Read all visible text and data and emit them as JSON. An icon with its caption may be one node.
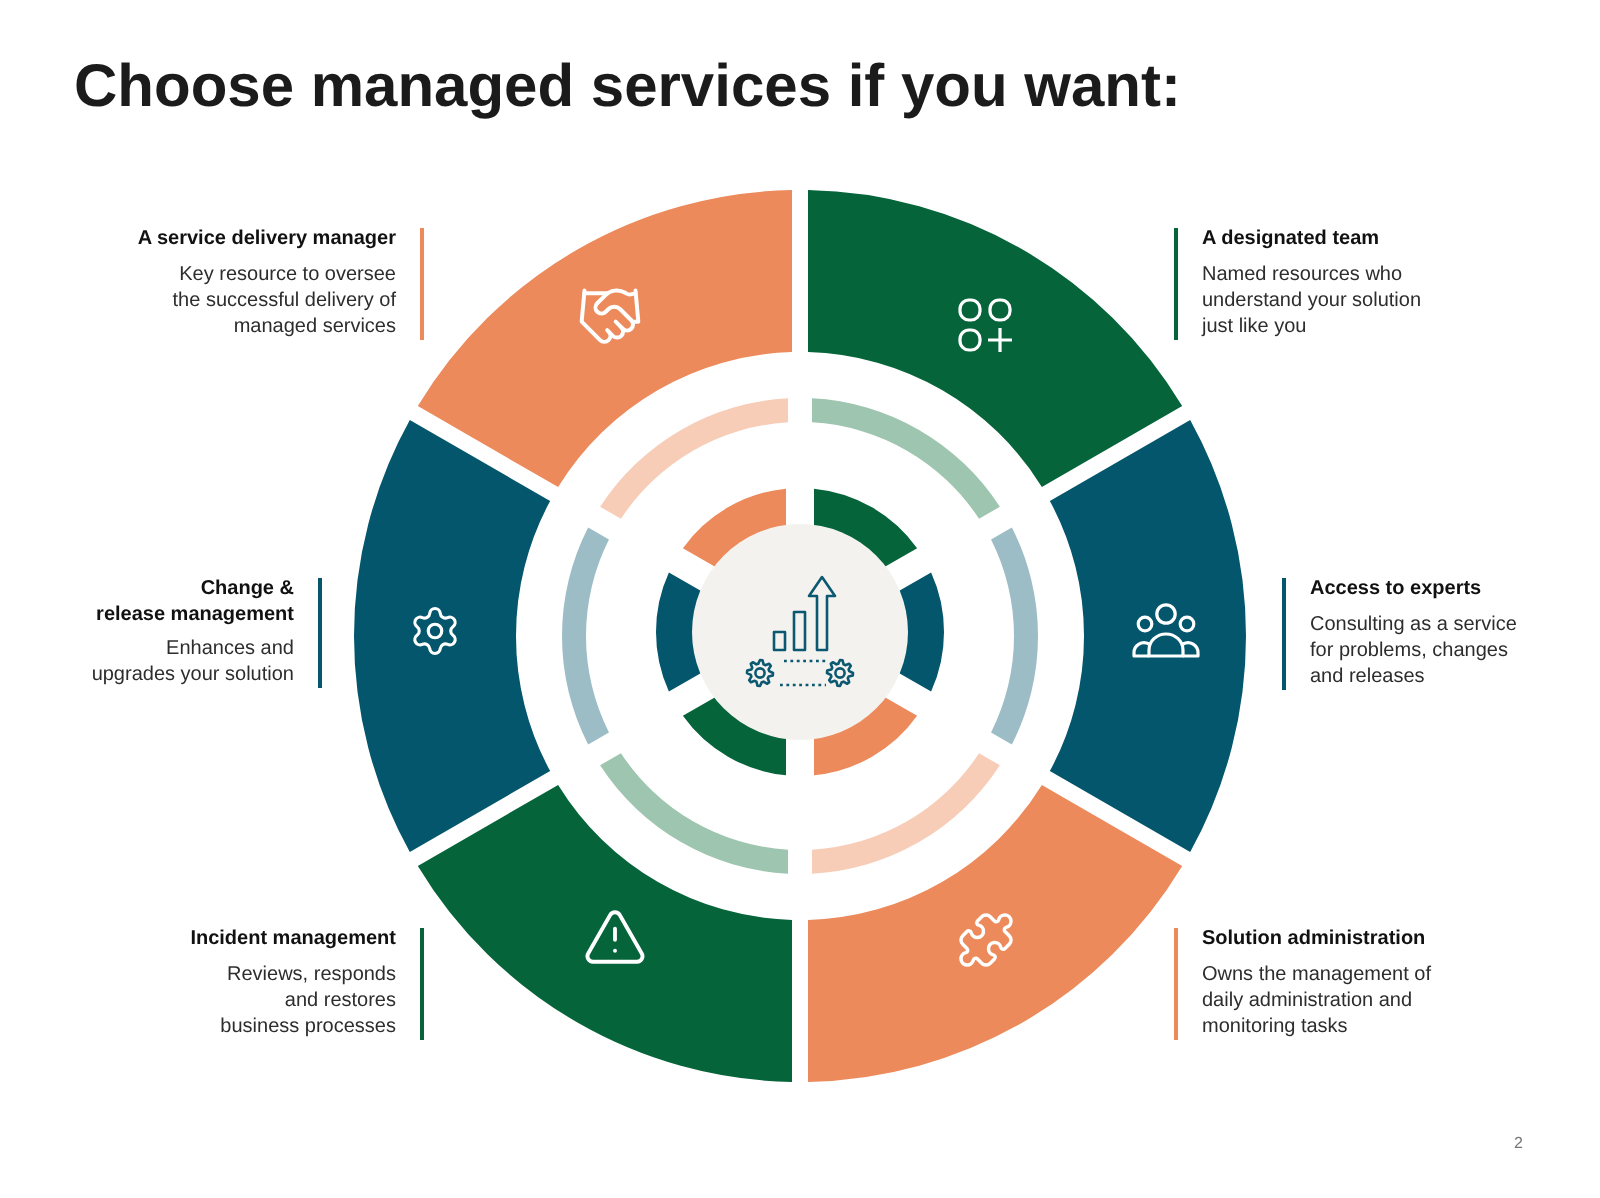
{
  "diagram": {
    "title": "Choose managed services if you want:",
    "nodes": [
      {
        "text": [
          "A service delivery manager",
          "Key resource to oversee the successful delivery of managed services"
        ]
      },
      {
        "text": [
          "A designated team",
          "Named resources who understand your solution just like you"
        ]
      },
      {
        "text": [
          "Change & release management",
          "Enhances and upgrades your solution"
        ]
      },
      {
        "text": [
          "Access to experts",
          "Consulting as a service for problems, changes and releases"
        ]
      },
      {
        "text": [
          "Incident management",
          "Reviews, responds and restores business processes"
        ]
      },
      {
        "text": [
          "Solution administration",
          "Owns the management of daily administration and monitoring tasks"
        ]
      }
    ],
    "labels": [
      "2"
    ]
  }
}
